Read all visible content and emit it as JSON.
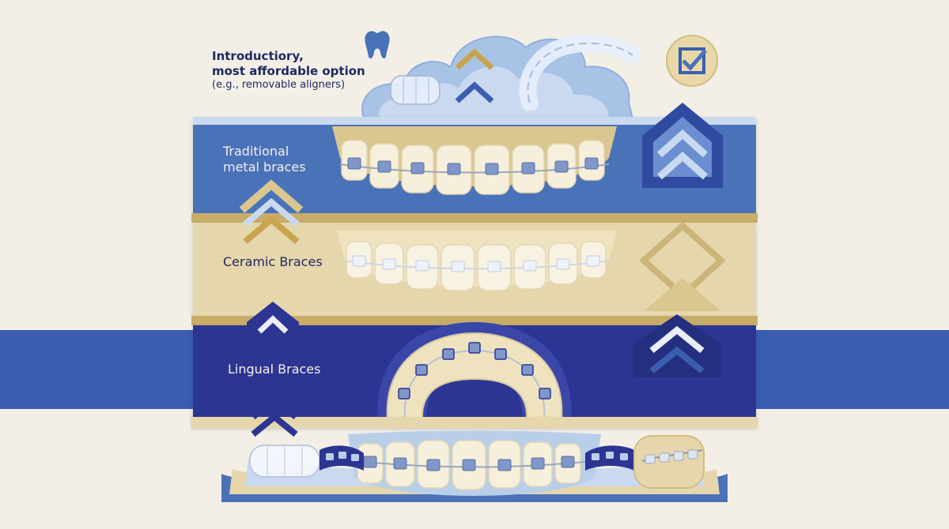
{
  "labels": {
    "intro_line1": "Introductiory,",
    "intro_line2": "most affordable option",
    "intro_line3": "(e.g., removable aligners)",
    "metal_line1": "Traditional",
    "metal_line2": "metal braces",
    "ceramic": "Ceramic Braces",
    "lingual": "Lingual Braces"
  },
  "colors": {
    "background": "#f3efe6",
    "sky_blue": "#b9cfe9",
    "mid_blue": "#4a72b8",
    "navy": "#2c3592",
    "tan": "#e6d6ac",
    "tooth": "#f6efdb",
    "bracket": "#7f97c9"
  },
  "icons": [
    "tooth-icon",
    "checkbox-icon",
    "chevron-up-icon",
    "aligner-tray-icon"
  ]
}
